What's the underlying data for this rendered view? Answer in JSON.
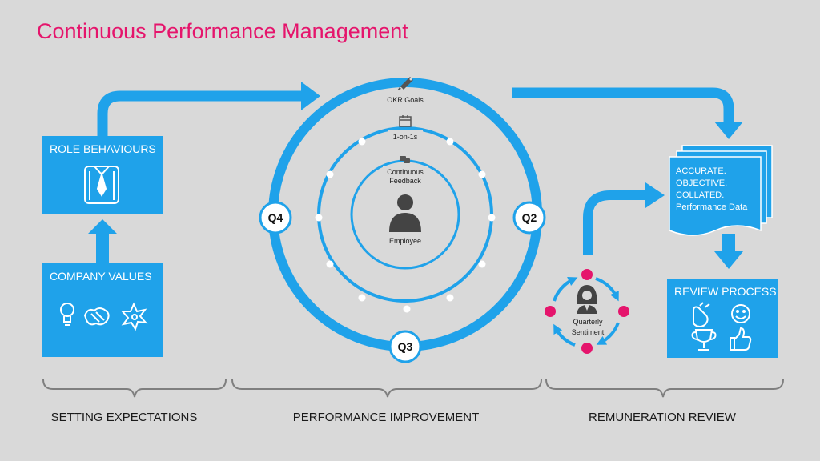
{
  "title": "Continuous Performance Management",
  "colors": {
    "accent": "#1fa2ea",
    "title": "#e5156c",
    "background": "#d9d9d9",
    "dot": "#e5156c"
  },
  "setting": {
    "role_behaviours": {
      "label": "ROLE BEHAVIOURS",
      "icon": "shirt-tie-icon"
    },
    "company_values": {
      "label": "COMPANY VALUES",
      "icons": [
        "lightbulb-icon",
        "handshake-icon",
        "star-burst-icon"
      ]
    }
  },
  "cycle": {
    "okr_goals": "OKR Goals",
    "one_on_ones": "1-on-1s",
    "continuous_feedback_line1": "Continuous",
    "continuous_feedback_line2": "Feedback",
    "employee": "Employee",
    "quarters": {
      "q2": "Q2",
      "q3": "Q3",
      "q4": "Q4"
    }
  },
  "remuneration": {
    "performance_data": [
      "ACCURATE.",
      "OBJECTIVE.",
      "COLLATED.",
      "Performance Data"
    ],
    "sentiment_line1": "Quarterly",
    "sentiment_line2": "Sentiment",
    "review_process": {
      "label": "REVIEW  PROCESS",
      "icons": [
        "clapping-hands-icon",
        "smiley-icon",
        "trophy-icon",
        "thumbs-up-icon"
      ]
    }
  },
  "sections": {
    "setting_expectations": "SETTING EXPECTATIONS",
    "performance_improvement": "PERFORMANCE IMPROVEMENT",
    "remuneration_review": "REMUNERATION REVIEW"
  }
}
